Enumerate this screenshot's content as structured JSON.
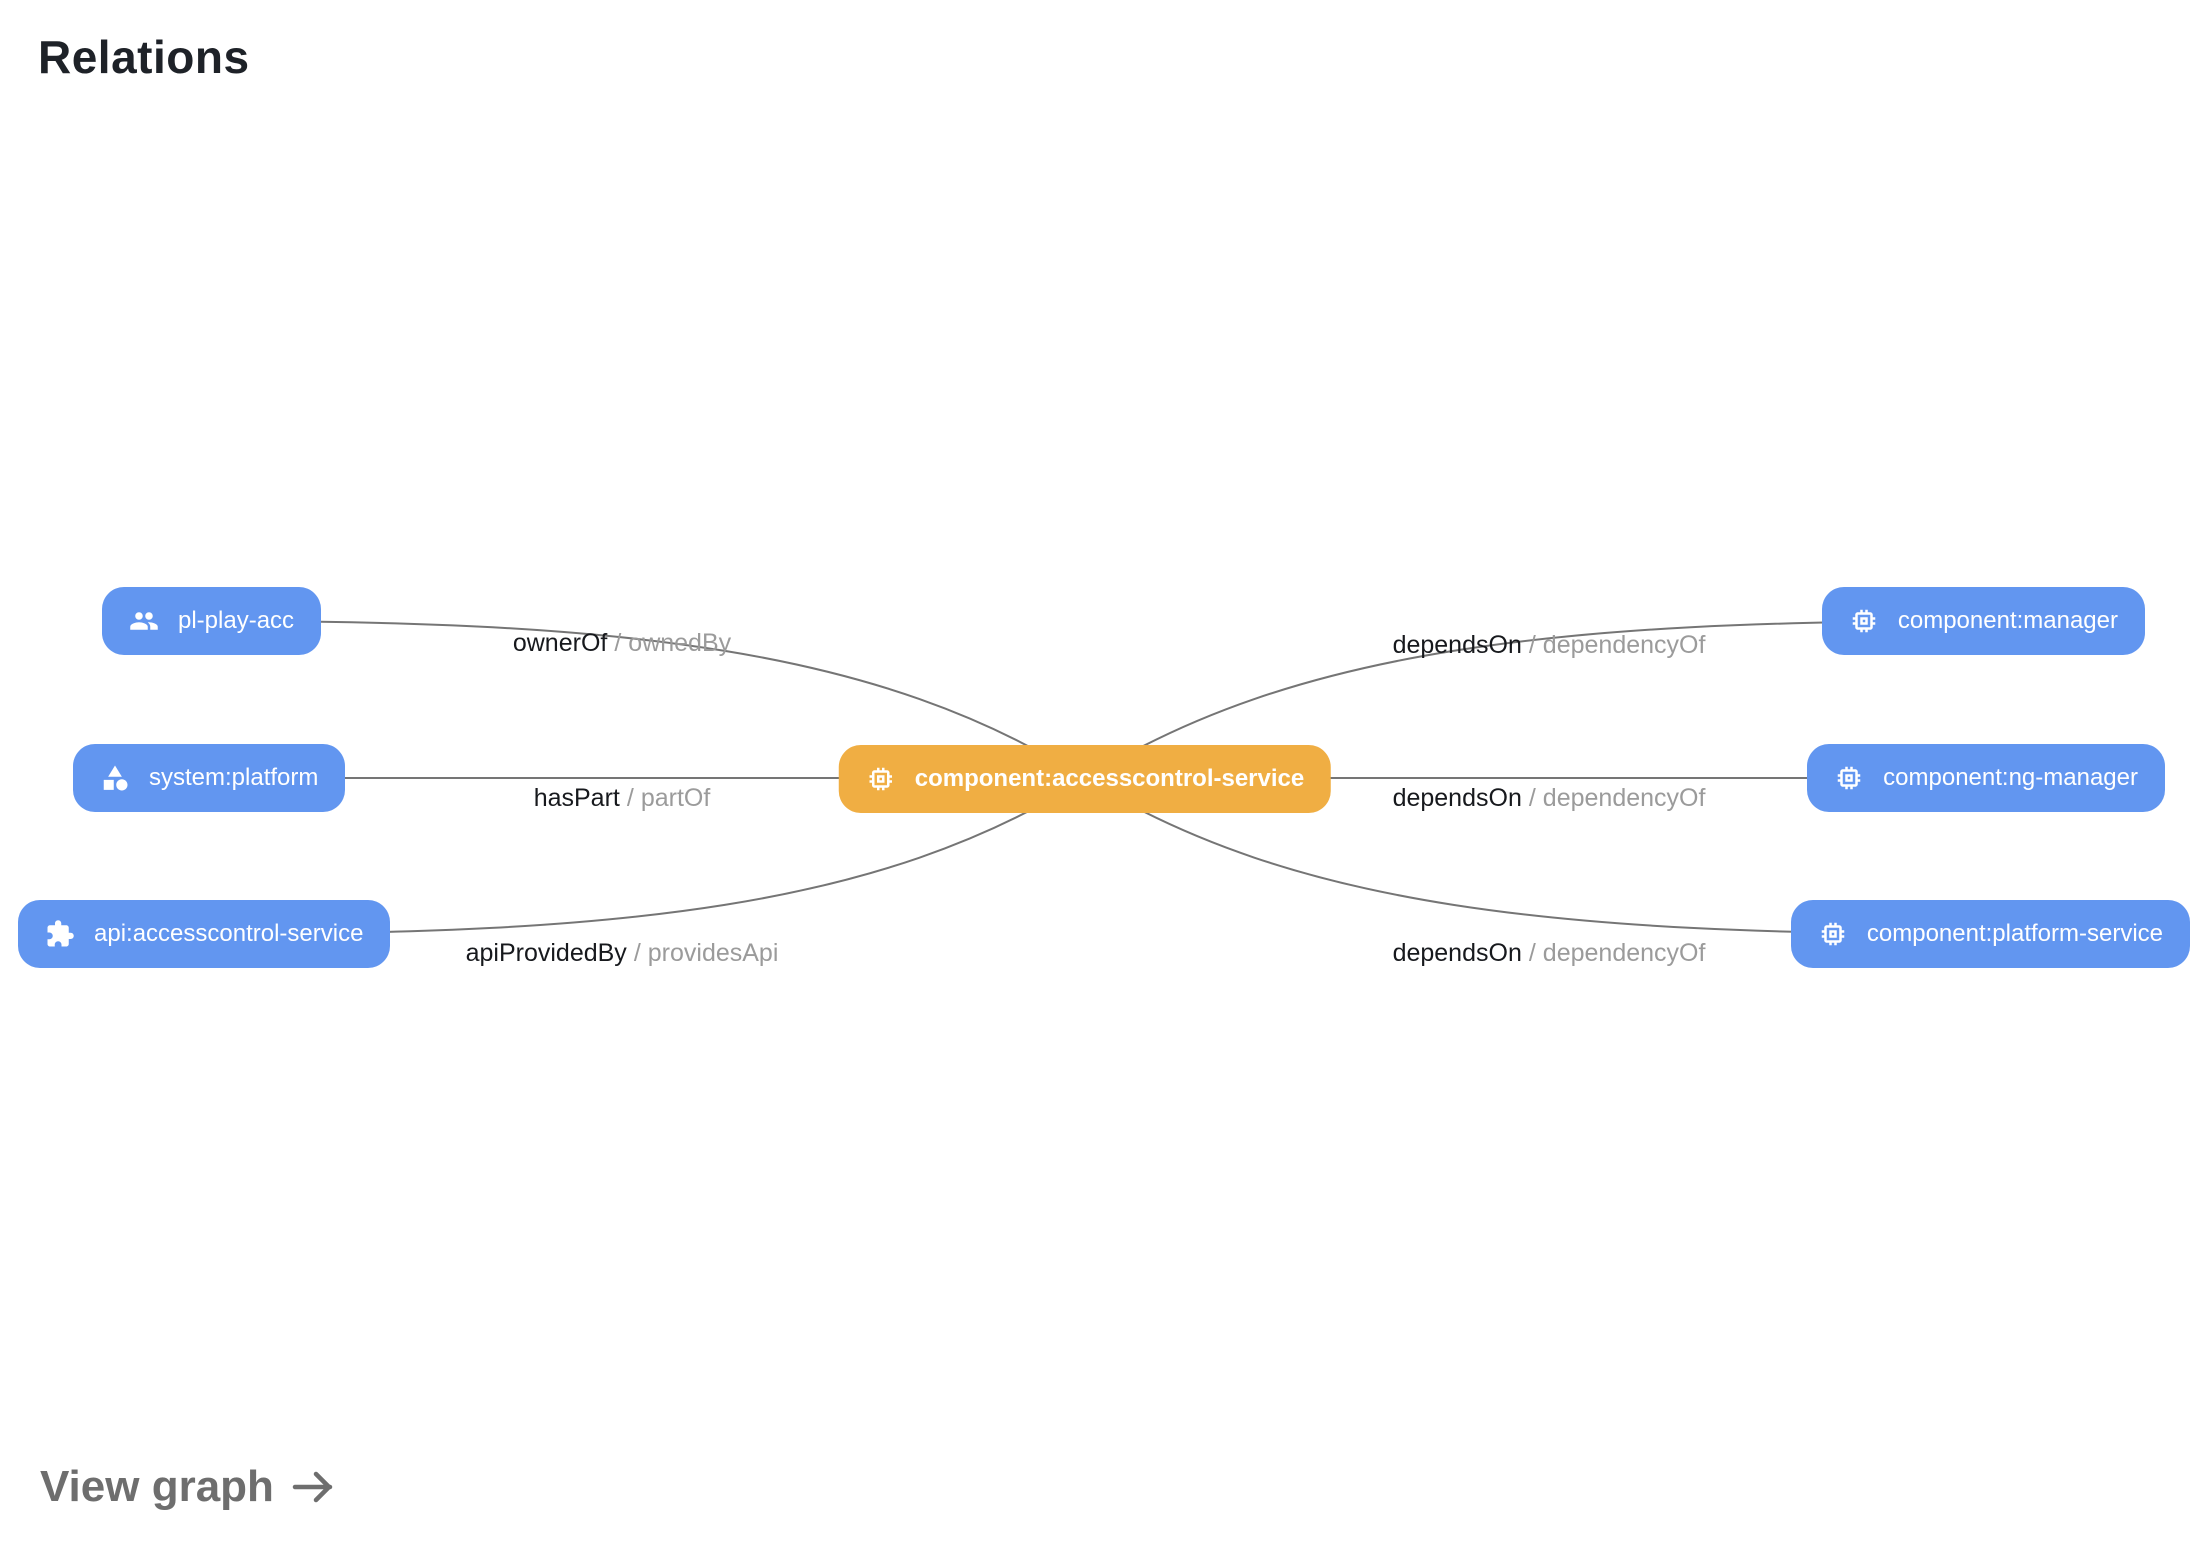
{
  "card": {
    "title": "Relations",
    "view_graph_label": "View graph"
  },
  "graph": {
    "center_node": {
      "label": "component:accesscontrol-service",
      "icon": "chip-icon",
      "color": "#f0ae43"
    },
    "left_nodes": [
      {
        "label": "pl-play-acc",
        "icon": "people-icon",
        "color": "#6296f0"
      },
      {
        "label": "system:platform",
        "icon": "shapes-icon",
        "color": "#6296f0"
      },
      {
        "label": "api:accesscontrol-service",
        "icon": "puzzle-icon",
        "color": "#6296f0"
      }
    ],
    "right_nodes": [
      {
        "label": "component:manager",
        "icon": "chip-icon",
        "color": "#6296f0"
      },
      {
        "label": "component:ng-manager",
        "icon": "chip-icon",
        "color": "#6296f0"
      },
      {
        "label": "component:platform-service",
        "icon": "chip-icon",
        "color": "#6296f0"
      }
    ],
    "edges": [
      {
        "relation": "ownerOf",
        "separator": "/",
        "inverse": "ownedBy"
      },
      {
        "relation": "hasPart",
        "separator": "/",
        "inverse": "partOf"
      },
      {
        "relation": "apiProvidedBy",
        "separator": "/",
        "inverse": "providesApi"
      },
      {
        "relation": "dependsOn",
        "separator": "/",
        "inverse": "dependencyOf"
      },
      {
        "relation": "dependsOn",
        "separator": "/",
        "inverse": "dependencyOf"
      },
      {
        "relation": "dependsOn",
        "separator": "/",
        "inverse": "dependencyOf"
      }
    ]
  },
  "colors": {
    "primary_node": "#f0ae43",
    "secondary_node": "#6296f0",
    "edge_line": "#757575",
    "edge_label_relation": "#17191d",
    "edge_label_inverse": "#9b9b9b",
    "title_text": "#1e2228",
    "view_graph_link": "#6e6e6e"
  }
}
